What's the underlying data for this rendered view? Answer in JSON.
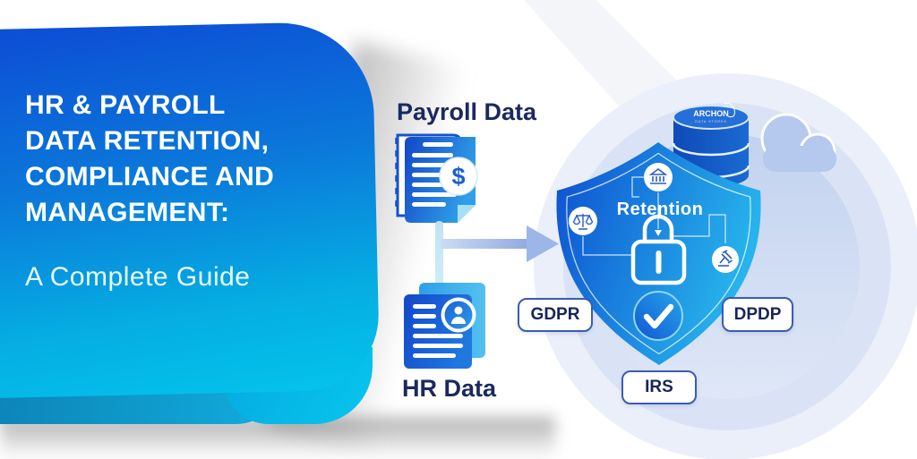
{
  "left_card": {
    "title_lines": [
      "HR & PAYROLL",
      "DATA RETENTION,",
      "COMPLIANCE AND",
      "MANAGEMENT:"
    ],
    "subtitle": "A Complete Guide"
  },
  "illustration": {
    "payroll_label": "Payroll Data",
    "hr_label": "HR Data",
    "shield_label": "Retention",
    "badges": [
      {
        "label": "GDPR"
      },
      {
        "label": "DPDP"
      },
      {
        "label": "IRS"
      }
    ],
    "database": {
      "logo": "ARCHON",
      "tagline": "DATA STORES"
    },
    "icons": [
      "dollar-icon",
      "person-icon",
      "bank-icon",
      "scales-icon",
      "gavel-icon",
      "lock-icon",
      "check-icon",
      "database-icon",
      "cloud-icon",
      "arrow-right-icon"
    ]
  },
  "colors": {
    "card_blue_top": "#0c50d6",
    "card_cyan_bottom": "#04c4ec",
    "navy_text": "#1b2960",
    "shield_left": "#0d4fd0",
    "shield_right": "#27b4ec",
    "badge_border": "#3a5cb4",
    "arrow": "#9db6e8",
    "connector": "#c3e6f7",
    "database_blue": "#1254c2",
    "cloud_periwinkle": "#b5c8ee",
    "bg_circle_inner": "#c2d2ef",
    "bg_circle_mid": "#dae3f5",
    "bg_circle_outer": "#ebeff9"
  }
}
